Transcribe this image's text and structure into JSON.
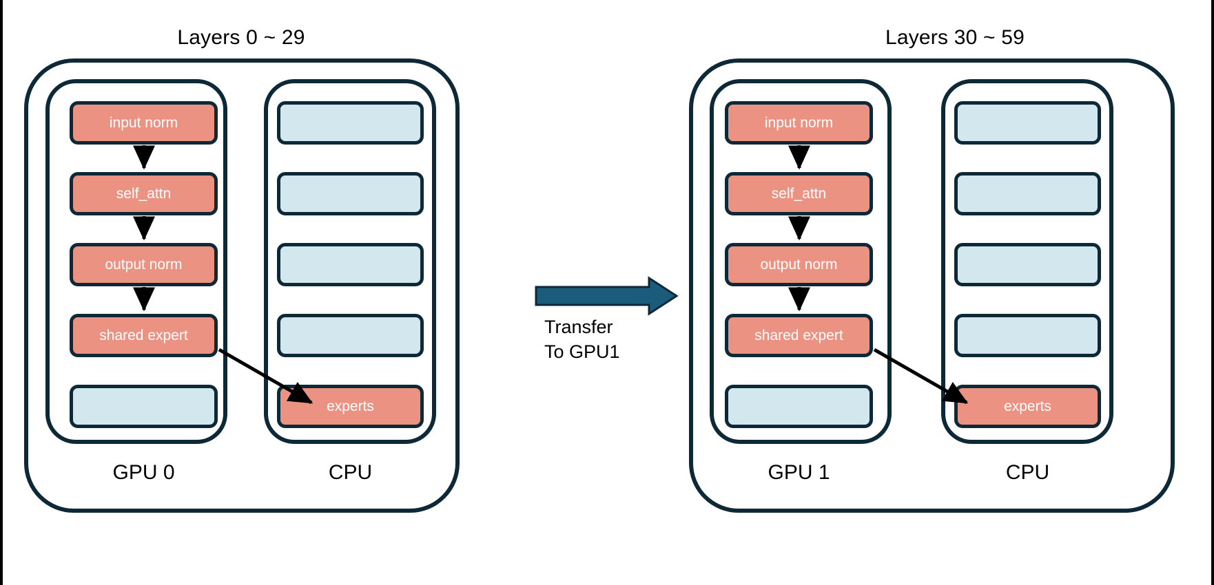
{
  "diagram": {
    "title_left": "Layers 0 ~ 29",
    "title_right": "Layers 30 ~ 59",
    "transfer_label": "Transfer\nTo GPU1",
    "colors": {
      "active_node": "#ec9283",
      "inactive_node": "#d3e7ee",
      "outline": "#0d2836",
      "transfer_arrow": "#1b5c7d",
      "background": "#ffffff",
      "node_text": "#ffffff",
      "label_text": "#000000"
    },
    "groups": [
      {
        "id": "group-left",
        "title": "Layers 0 ~ 29",
        "columns": [
          {
            "id": "gpu0",
            "label": "GPU 0",
            "nodes": [
              {
                "label": "input norm",
                "state": "active"
              },
              {
                "label": "self_attn",
                "state": "active"
              },
              {
                "label": "output norm",
                "state": "active"
              },
              {
                "label": "shared expert",
                "state": "active"
              },
              {
                "label": "",
                "state": "inactive"
              }
            ]
          },
          {
            "id": "cpu0",
            "label": "CPU",
            "nodes": [
              {
                "label": "",
                "state": "inactive"
              },
              {
                "label": "",
                "state": "inactive"
              },
              {
                "label": "",
                "state": "inactive"
              },
              {
                "label": "",
                "state": "inactive"
              },
              {
                "label": "experts",
                "state": "active"
              }
            ]
          }
        ]
      },
      {
        "id": "group-right",
        "title": "Layers 30 ~ 59",
        "columns": [
          {
            "id": "gpu1",
            "label": "GPU 1",
            "nodes": [
              {
                "label": "input norm",
                "state": "active"
              },
              {
                "label": "self_attn",
                "state": "active"
              },
              {
                "label": "output norm",
                "state": "active"
              },
              {
                "label": "shared expert",
                "state": "active"
              },
              {
                "label": "",
                "state": "inactive"
              }
            ]
          },
          {
            "id": "cpu1",
            "label": "CPU",
            "nodes": [
              {
                "label": "",
                "state": "inactive"
              },
              {
                "label": "",
                "state": "inactive"
              },
              {
                "label": "",
                "state": "inactive"
              },
              {
                "label": "",
                "state": "inactive"
              },
              {
                "label": "experts",
                "state": "active"
              }
            ]
          }
        ]
      }
    ]
  }
}
